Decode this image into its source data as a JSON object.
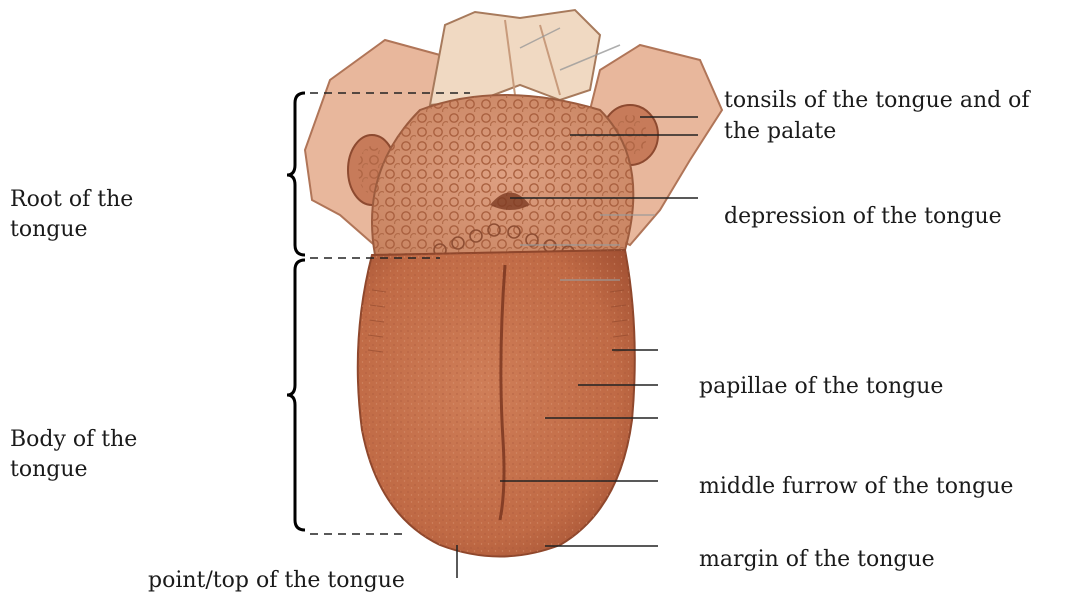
{
  "left_labels": {
    "root": "Root of the tongue",
    "body": "Body of the tongue"
  },
  "right_labels": {
    "tonsils_line1": "tonsils of the tongue and of",
    "tonsils_line2": "the palate",
    "depression": "depression of the tongue",
    "papillae": "papillae of the tongue",
    "furrow": "middle furrow of the tongue",
    "margin": "margin of the tongue"
  },
  "bottom_label": {
    "point": "point/top of the tongue"
  },
  "colors": {
    "tongue_body": "#c8734f",
    "tongue_shadow": "#a85535",
    "root_tissue": "#e2aa8c",
    "bone": "#f0d9c2",
    "leader_line": "#222222"
  }
}
